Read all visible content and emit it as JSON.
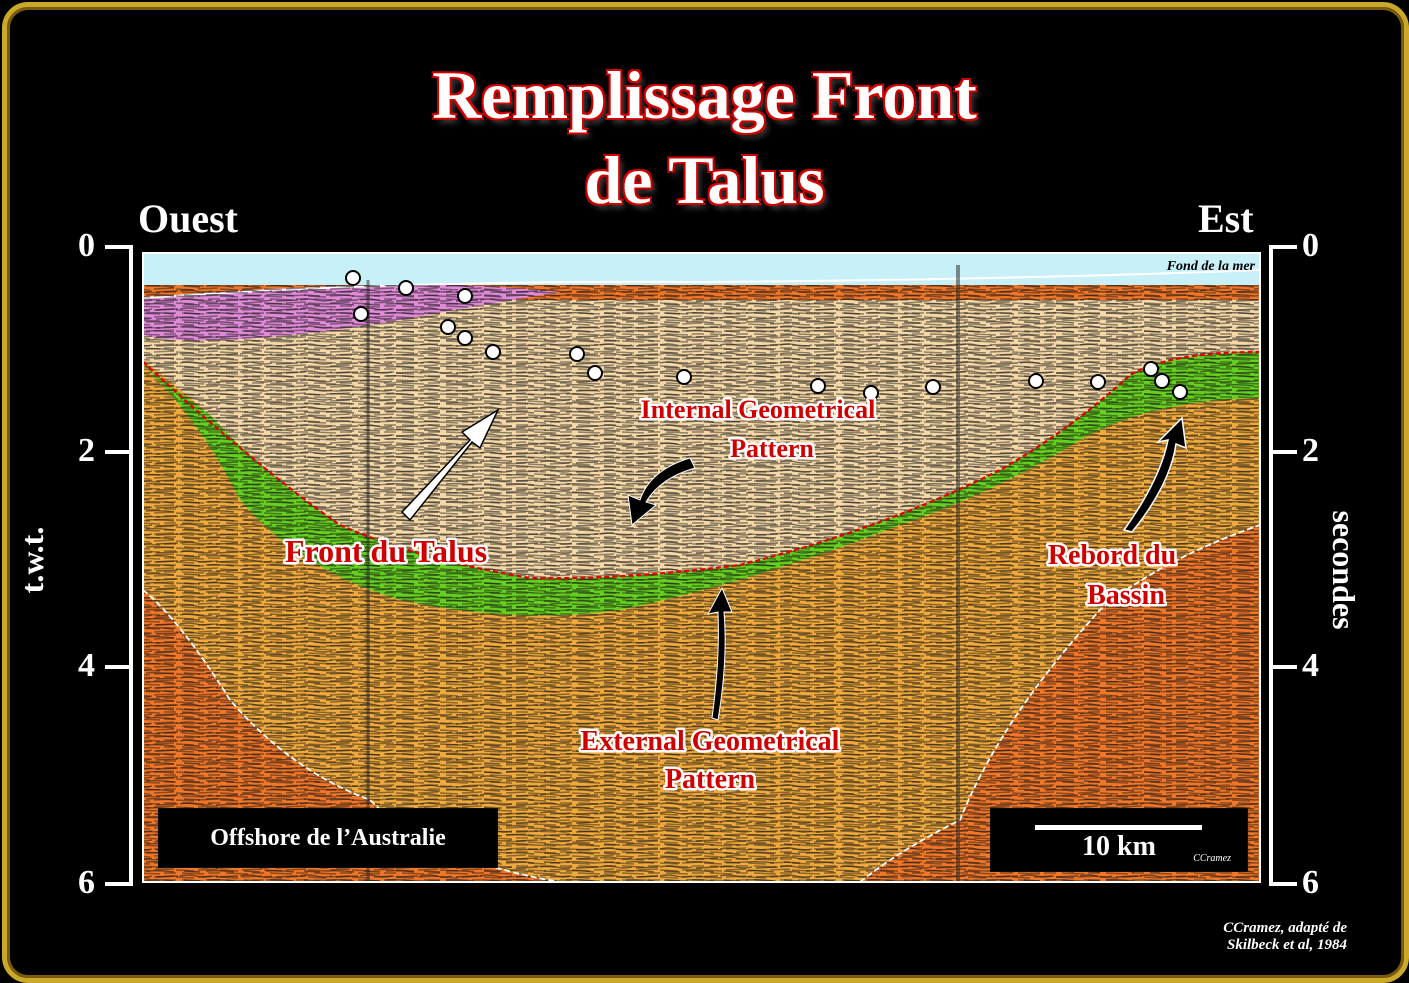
{
  "title": {
    "line1": "Remplissage Front",
    "line2": "de Talus"
  },
  "directions": {
    "west": "Ouest",
    "east": "Est"
  },
  "axes": {
    "left_label": "t.w.t.",
    "right_label": "secondes",
    "ticks": [
      "0",
      "2",
      "4",
      "6"
    ]
  },
  "annotations": {
    "seafloor": "Fond de la mer",
    "internal_line1": "Internal Geometrical",
    "internal_line2": "Pattern",
    "front": "Front du Talus",
    "rebord_line1": "Rebord du",
    "rebord_line2": "Bassin",
    "external_line1": "External Geometrical",
    "external_line2": "Pattern"
  },
  "location": "Offshore de l’Australie",
  "scale": {
    "label": "10 km",
    "author_tag": "CCramez"
  },
  "credit": {
    "line1": "CCramez, adapté de",
    "line2": "Skilbeck et al, 1984"
  },
  "colors": {
    "frame": "#caa82a",
    "title_outline": "#cc0000",
    "label_red": "#d00000",
    "water": "#c8f0f8",
    "purple_layer": "#e08ad8",
    "fill_tan": "#f5d8a6",
    "green_band": "#66d020",
    "orange_layer": "#f0a93c",
    "basement": "#f07628"
  }
}
